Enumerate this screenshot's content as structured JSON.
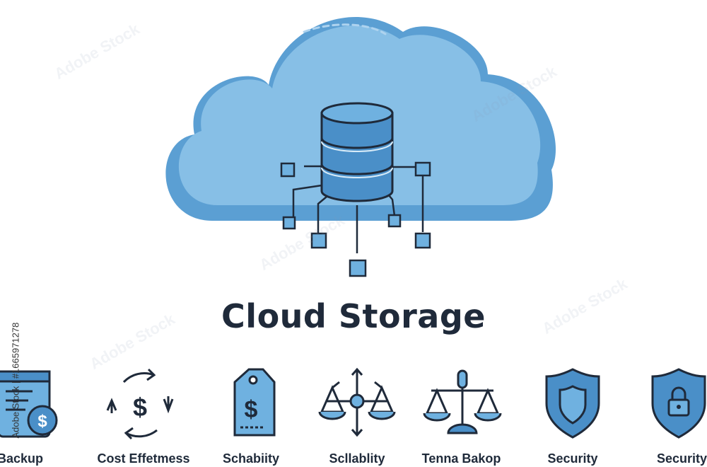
{
  "title": "Cloud Storage",
  "side_text": "Adobe Stock | #1665971278",
  "watermark": "Adobe Stock",
  "icons": [
    {
      "label": "Backup",
      "icon": "backup-document-dollar-icon"
    },
    {
      "label": "Cost Effetmess",
      "icon": "cost-cycle-dollar-icon"
    },
    {
      "label": "Schabiity",
      "icon": "price-tag-dollar-icon"
    },
    {
      "label": "Scllablity",
      "icon": "scalability-scale-arrows-icon"
    },
    {
      "label": "Tenna Bakop",
      "icon": "balance-scale-icon"
    },
    {
      "label": "Security",
      "icon": "shield-icon"
    },
    {
      "label": "Security",
      "icon": "shield-lock-icon"
    }
  ],
  "colors": {
    "cloud_light": "#87bfe6",
    "cloud_dark": "#5b9fd3",
    "db_fill": "#4a8fc8",
    "stroke": "#1f2a3a",
    "text": "#1f2a3a"
  }
}
